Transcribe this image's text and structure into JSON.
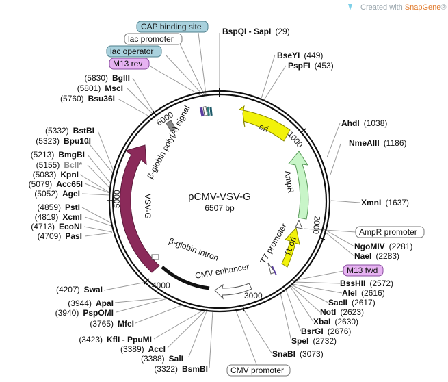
{
  "credit": {
    "prefix": "Created with ",
    "brand": "SnapGene",
    "mark": "®"
  },
  "plasmid": {
    "name": "pCMV-VSV-G",
    "size_label": "6507 bp",
    "length": 6507
  },
  "scale_ticks": [
    "1000",
    "2000",
    "3000",
    "4000",
    "5000",
    "6000"
  ],
  "features": [
    {
      "id": "vsvg",
      "label": "VSV-G",
      "color": "#8b2a5a"
    },
    {
      "id": "ori",
      "label": "ori",
      "color": "#f2f20a"
    },
    {
      "id": "ampr",
      "label": "AmpR",
      "color": "#c8f5c8"
    },
    {
      "id": "f1ori",
      "label": "f1 ori",
      "color": "#f2f20a"
    },
    {
      "id": "bglobin-intron",
      "label": "β-globin intron",
      "color": "#111111"
    },
    {
      "id": "cmv-enhancer",
      "label": "CMV enhancer",
      "color": "#ffffff"
    },
    {
      "id": "t7-promoter",
      "label": "T7 promoter",
      "color": "#ffffff"
    },
    {
      "id": "polya",
      "label": "β-globin poly(A) signal",
      "color": "#888888"
    }
  ],
  "boxed_labels": [
    {
      "id": "cap",
      "text": "CAP binding site",
      "fill": "#a9d1dd"
    },
    {
      "id": "lacprom",
      "text": "lac promoter",
      "fill": "#ffffff"
    },
    {
      "id": "lacop",
      "text": "lac operator",
      "fill": "#a9d1dd"
    },
    {
      "id": "m13rev",
      "text": "M13 rev",
      "fill": "#e7b3f2"
    },
    {
      "id": "amprprom",
      "text": "AmpR promoter",
      "fill": "#ffffff"
    },
    {
      "id": "m13fwd",
      "text": "M13 fwd",
      "fill": "#e7b3f2"
    },
    {
      "id": "cmvprom",
      "text": "CMV promoter",
      "fill": "#ffffff"
    }
  ],
  "sites": [
    {
      "name": "BspQI - SapI",
      "pos": "(29)"
    },
    {
      "name": "BseYI",
      "pos": "(449)"
    },
    {
      "name": "PspFI",
      "pos": "(453)"
    },
    {
      "name": "AhdI",
      "pos": "(1038)"
    },
    {
      "name": "NmeAIII",
      "pos": "(1186)"
    },
    {
      "name": "XmnI",
      "pos": "(1637)"
    },
    {
      "name": "NgoMIV",
      "pos": "(2281)"
    },
    {
      "name": "NaeI",
      "pos": "(2283)"
    },
    {
      "name": "BssHII",
      "pos": "(2572)"
    },
    {
      "name": "AleI",
      "pos": "(2616)"
    },
    {
      "name": "SacII",
      "pos": "(2617)"
    },
    {
      "name": "NotI",
      "pos": "(2623)"
    },
    {
      "name": "XbaI",
      "pos": "(2630)"
    },
    {
      "name": "BsrGI",
      "pos": "(2676)"
    },
    {
      "name": "SpeI",
      "pos": "(2732)"
    },
    {
      "name": "SnaBI",
      "pos": "(3073)"
    },
    {
      "name": "BsmBI",
      "pos": "(3322)"
    },
    {
      "name": "SalI",
      "pos": "(3388)"
    },
    {
      "name": "AccI",
      "pos": "(3389)"
    },
    {
      "name": "KflI - PpuMI",
      "pos": "(3423)"
    },
    {
      "name": "MfeI",
      "pos": "(3765)"
    },
    {
      "name": "PspOMI",
      "pos": "(3940)"
    },
    {
      "name": "ApaI",
      "pos": "(3944)"
    },
    {
      "name": "SwaI",
      "pos": "(4207)"
    },
    {
      "name": "PasI",
      "pos": "(4709)"
    },
    {
      "name": "EcoNI",
      "pos": "(4713)"
    },
    {
      "name": "XcmI",
      "pos": "(4819)"
    },
    {
      "name": "PstI",
      "pos": "(4859)"
    },
    {
      "name": "AgeI",
      "pos": "(5052)"
    },
    {
      "name": "Acc65I",
      "pos": "(5079)"
    },
    {
      "name": "KpnI",
      "pos": "(5083)"
    },
    {
      "name": "BclI*",
      "pos": "(5155)"
    },
    {
      "name": "BmgBI",
      "pos": "(5213)"
    },
    {
      "name": "Bpu10I",
      "pos": "(5323)"
    },
    {
      "name": "BstBI",
      "pos": "(5332)"
    },
    {
      "name": "Bsu36I",
      "pos": "(5760)"
    },
    {
      "name": "MscI",
      "pos": "(5801)"
    },
    {
      "name": "BglII",
      "pos": "(5830)"
    }
  ]
}
